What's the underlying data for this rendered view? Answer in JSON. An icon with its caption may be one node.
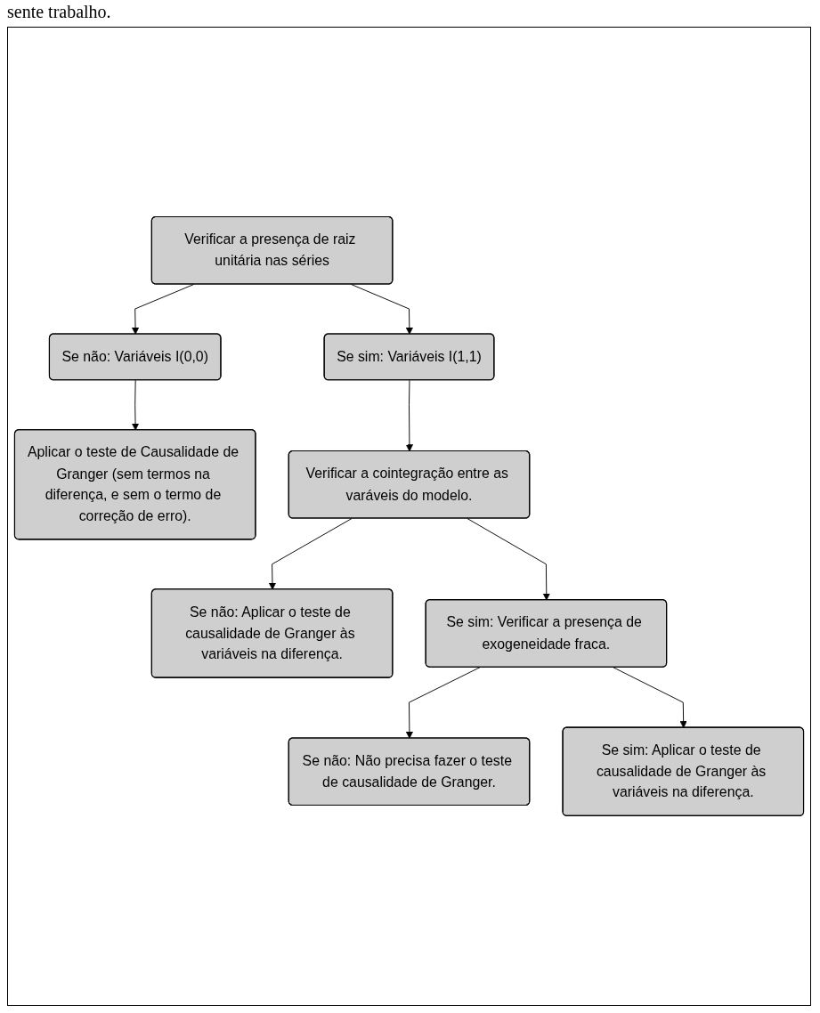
{
  "diagram": {
    "nodes": [
      {
        "text": [
          "Verificar a presença de raiz unitária nas séries"
        ]
      },
      {
        "text": [
          "Se não: Variáveis I(0,0)"
        ]
      },
      {
        "text": [
          "Se sim: Variáveis I(1,1)"
        ]
      },
      {
        "text": [
          "Aplicar o teste de Causalidade de Granger (sem termos na diferença, e sem o termo de correção de erro)."
        ]
      },
      {
        "text": [
          "Verificar a cointegração entre as varáveis do modelo."
        ]
      },
      {
        "text": [
          "Se não: Aplicar o teste de causalidade de Granger às variáveis na diferença."
        ]
      },
      {
        "text": [
          "Se sim: Verificar a presença de exogeneidade fraca."
        ]
      },
      {
        "text": [
          "Se não: Não precisa fazer o teste de causalidade de Granger."
        ]
      },
      {
        "text": [
          "Se sim: Aplicar o teste de causalidade de Granger às variáveis na diferença."
        ]
      }
    ],
    "edges": [
      {
        "from": 0,
        "to": 1,
        "arrow": "to"
      },
      {
        "from": 0,
        "to": 2,
        "arrow": "to"
      },
      {
        "from": 1,
        "to": 3,
        "arrow": "to"
      },
      {
        "from": 2,
        "to": 4,
        "arrow": "to"
      },
      {
        "from": 4,
        "to": 5,
        "arrow": "to"
      },
      {
        "from": 4,
        "to": 6,
        "arrow": "to"
      },
      {
        "from": 6,
        "to": 7,
        "arrow": "to"
      },
      {
        "from": 6,
        "to": 8,
        "arrow": "to"
      }
    ],
    "labels": [
      "sente trabalho."
    ]
  }
}
